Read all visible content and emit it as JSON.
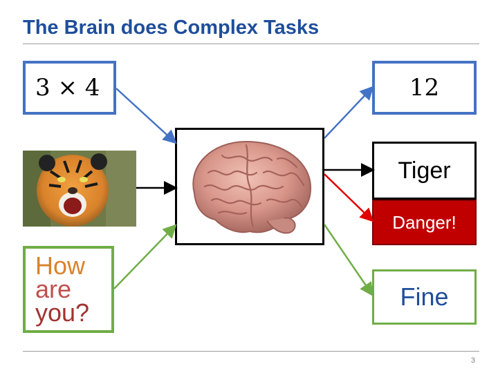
{
  "slide": {
    "title": "The Brain does Complex Tasks",
    "page_number": "3"
  },
  "inputs": {
    "math_expression": "3 × 4",
    "tiger_image": "tiger-photo",
    "greeting_lines": [
      "How",
      "are",
      "you?"
    ]
  },
  "center": {
    "image": "brain-image"
  },
  "outputs": {
    "math_answer": "12",
    "tiger_label": "Tiger",
    "danger_label": "Danger!",
    "greeting_reply": "Fine"
  },
  "colors": {
    "title": "#1f4e9b",
    "blue_box": "#4472c4",
    "green_box": "#70ad47",
    "danger_fill": "#c00000",
    "red_arrow": "#e00000",
    "black_arrow": "#000000"
  }
}
